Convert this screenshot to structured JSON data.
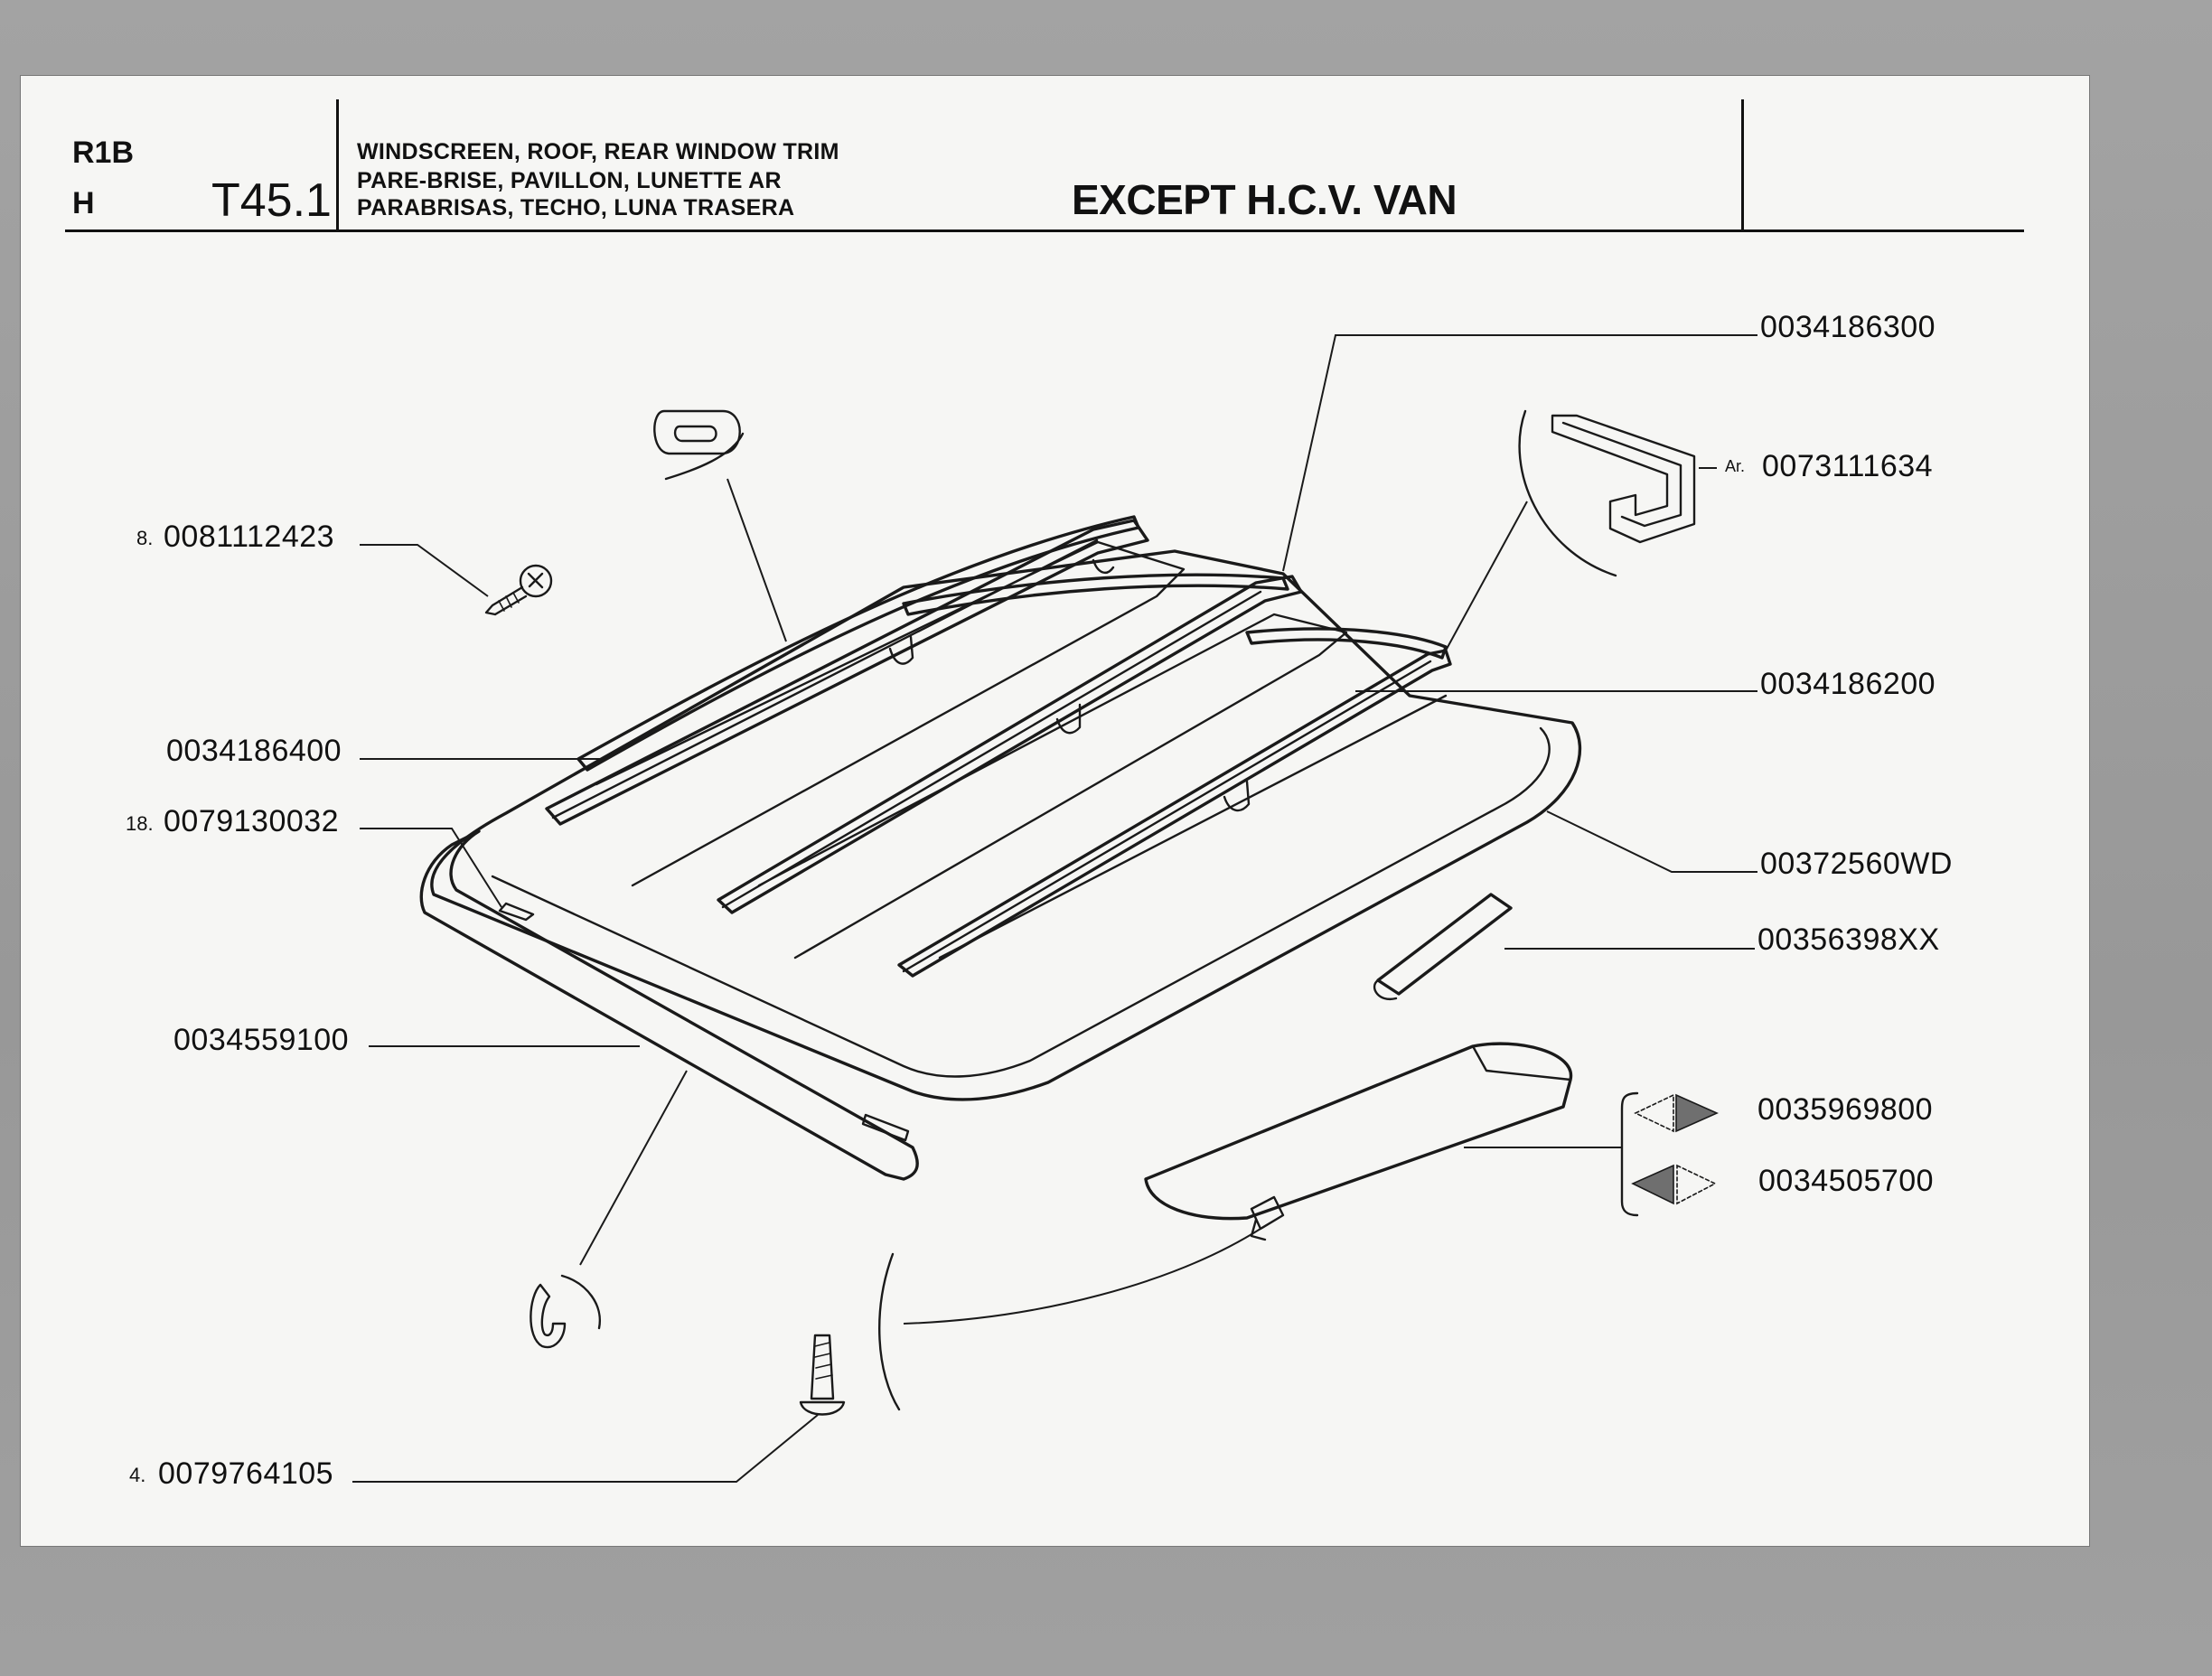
{
  "header": {
    "model": "R1B",
    "variant": "H",
    "plate": "T45.1",
    "title_en": "WINDSCREEN, ROOF, REAR WINDOW TRIM",
    "title_fr": "PARE-BRISE, PAVILLON, LUNETTE AR",
    "title_es": "PARABRISAS, TECHO, LUNA TRASERA",
    "scope": "EXCEPT H.C.V. VAN"
  },
  "parts": [
    {
      "ref": "0034186300",
      "qty": ""
    },
    {
      "ref": "0073111634",
      "qty": "",
      "note": "Ar."
    },
    {
      "ref": "0081112423",
      "qty": "8."
    },
    {
      "ref": "0034186200",
      "qty": ""
    },
    {
      "ref": "0034186400",
      "qty": ""
    },
    {
      "ref": "0079130032",
      "qty": "18."
    },
    {
      "ref": "00372560WD",
      "qty": ""
    },
    {
      "ref": "00356398XX",
      "qty": ""
    },
    {
      "ref": "0034559100",
      "qty": ""
    },
    {
      "ref": "0035969800",
      "qty": ""
    },
    {
      "ref": "0034505700",
      "qty": ""
    },
    {
      "ref": "0079764105",
      "qty": "4."
    }
  ]
}
